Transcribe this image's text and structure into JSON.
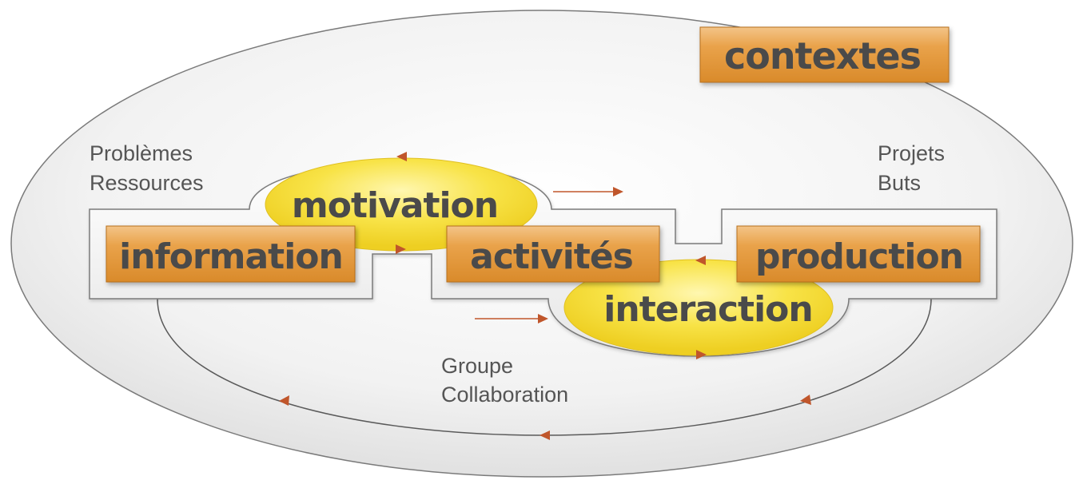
{
  "nodes": {
    "contextes": "contextes",
    "information": "information",
    "motivation": "motivation",
    "activites": "activités",
    "production": "production",
    "interaction": "interaction"
  },
  "labels": {
    "left_line1": "Problèmes",
    "left_line2": "Ressources",
    "right_line1": "Projets",
    "right_line2": "Buts",
    "bottom_line1": "Groupe",
    "bottom_line2": "Collaboration"
  },
  "colors": {
    "box_fill": "#e39a3c",
    "box_border": "#b86f1c",
    "box_text": "#4a4a4a",
    "ellipse_yellow": "#f4dc3c",
    "arrow": "#c0562b",
    "outline": "#777777"
  }
}
